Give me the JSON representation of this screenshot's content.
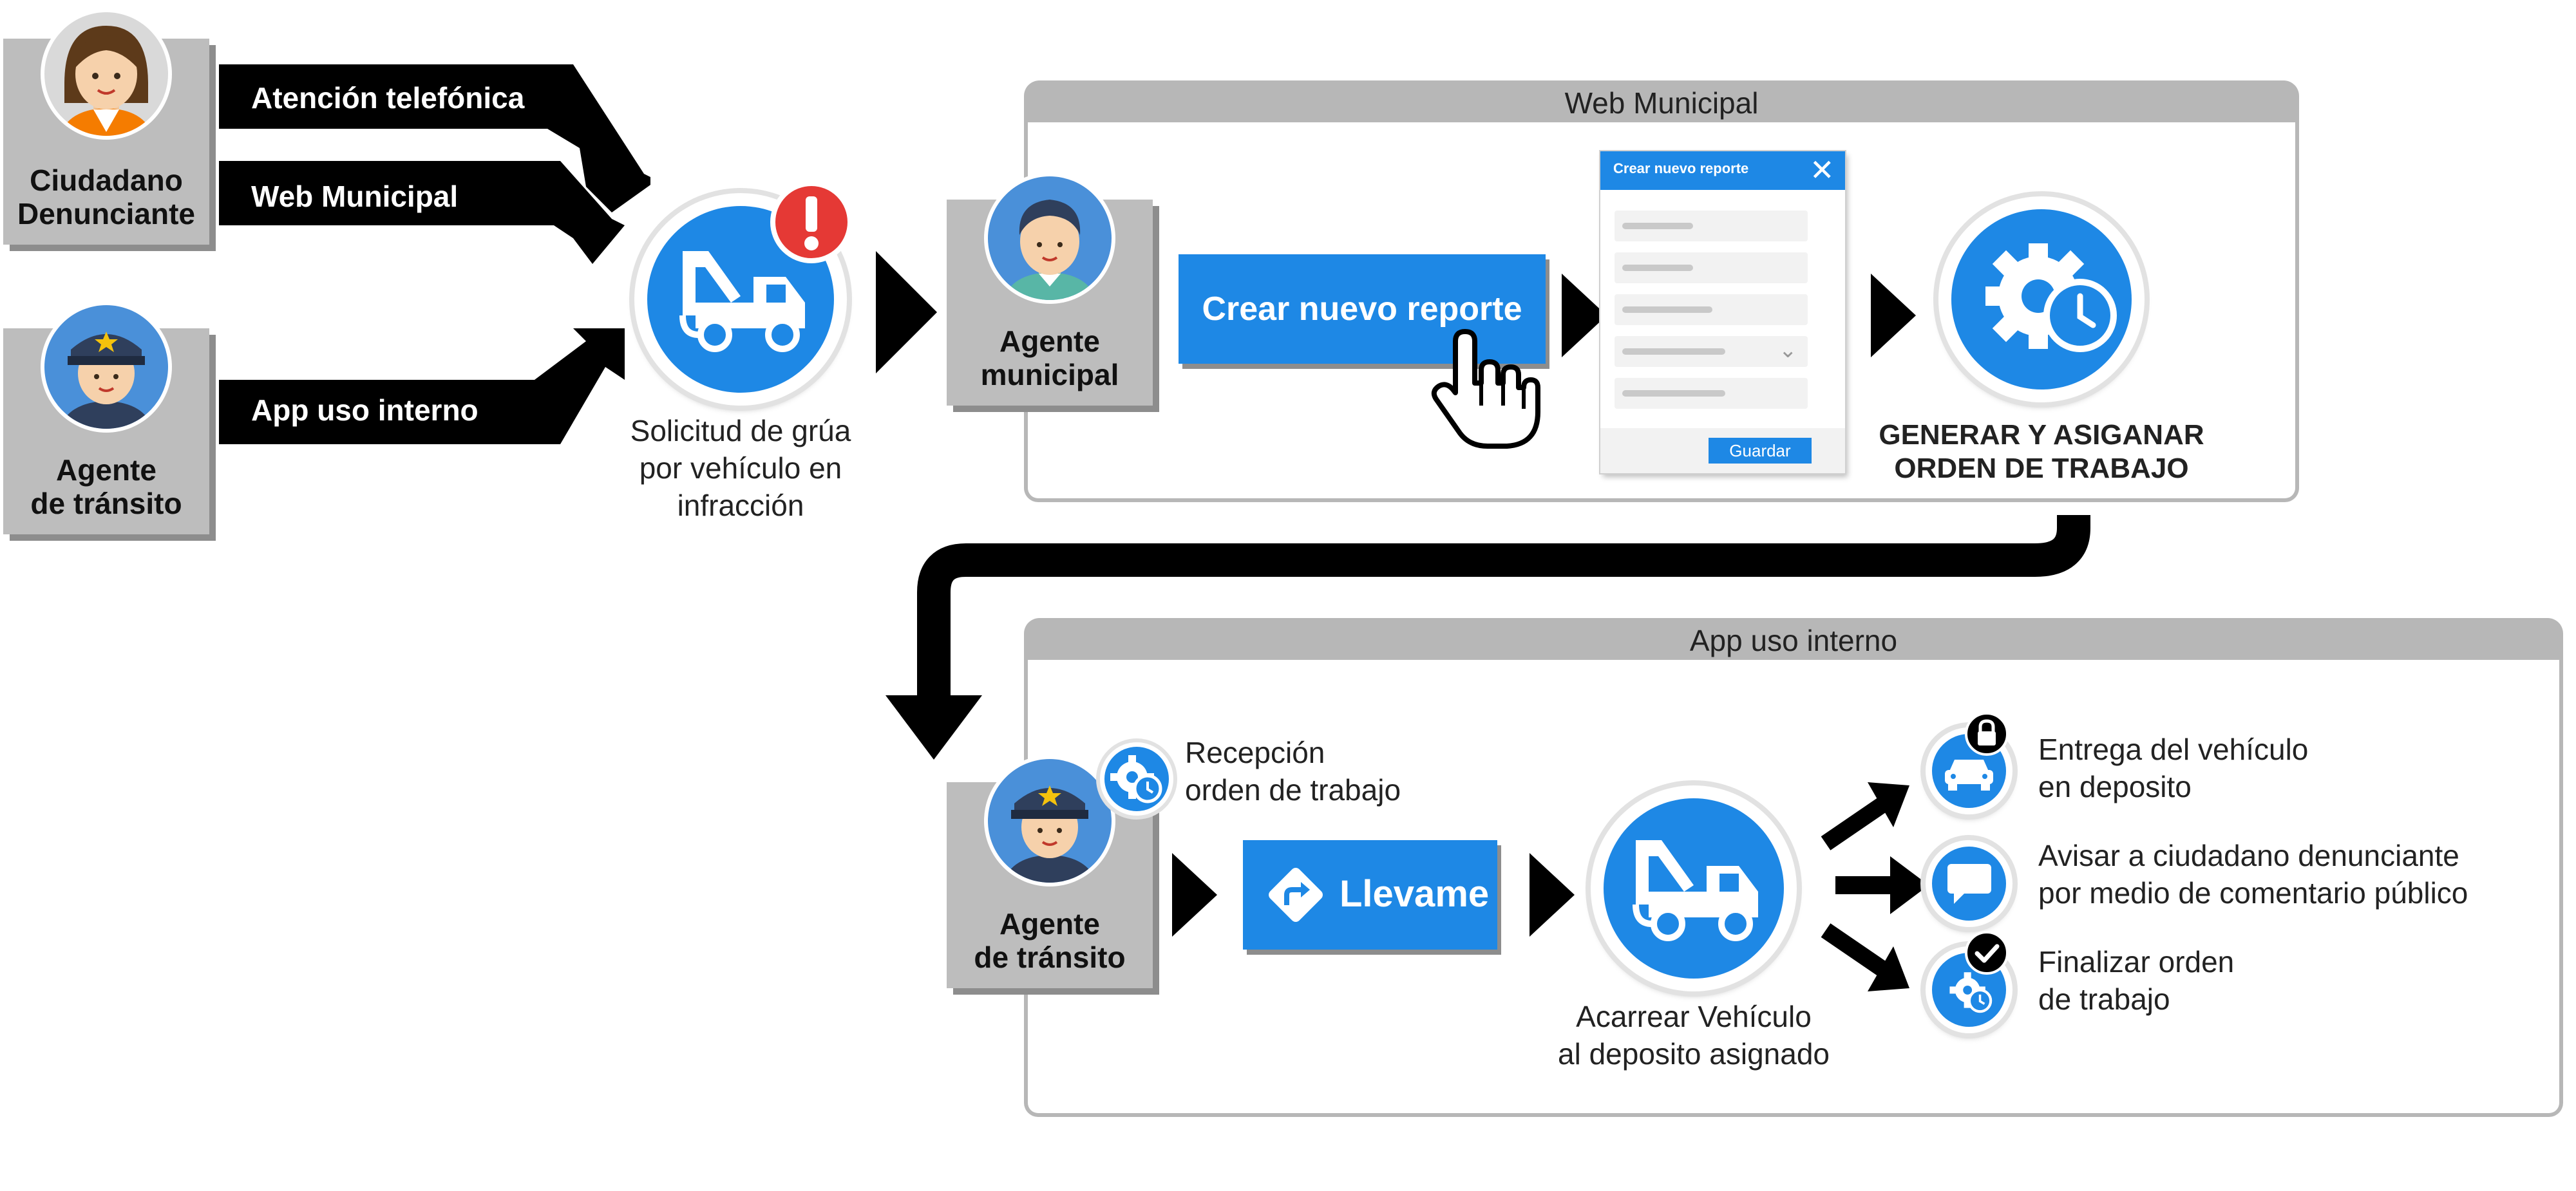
{
  "actors": {
    "ciudadano": "Ciudadano Denunciante",
    "ciudadano_line1": "Ciudadano",
    "ciudadano_line2": "Denunciante",
    "agente_transito_line1": "Agente",
    "agente_transito_line2": "de tránsito",
    "agente_municipal_line1": "Agente",
    "agente_municipal_line2": "municipal",
    "agente_transito2_line1": "Agente",
    "agente_transito2_line2": "de tránsito"
  },
  "channels": {
    "telefonica": "Atención telefónica",
    "web": "Web Municipal",
    "app": "App uso interno"
  },
  "solicitud": {
    "line1": "Solicitud de grúa",
    "line2": "por vehículo en",
    "line3": "infracción"
  },
  "panel_web": {
    "title": "Web Municipal",
    "button": "Crear nuevo reporte",
    "form_title": "Crear nuevo reporte",
    "form_save": "Guardar",
    "generar_line1": "GENERAR  Y ASIGANAR",
    "generar_line2": "ORDEN DE TRABAJO"
  },
  "panel_app": {
    "title": "App uso interno",
    "recepcion_line1": "Recepción",
    "recepcion_line2": "orden de trabajo",
    "llevame": "Llevame",
    "acarrear_line1": "Acarrear Vehículo",
    "acarrear_line2": "al deposito asignado",
    "entrega_line1": "Entrega del vehículo",
    "entrega_line2": "en deposito",
    "avisar_line1": "Avisar a ciudadano denunciante",
    "avisar_line2": "por medio de comentario público",
    "finalizar_line1": "Finalizar orden",
    "finalizar_line2": "de trabajo"
  },
  "colors": {
    "blue": "#1e88e5",
    "gray": "#bdbdbd",
    "alert": "#e53935",
    "black": "#000000"
  }
}
